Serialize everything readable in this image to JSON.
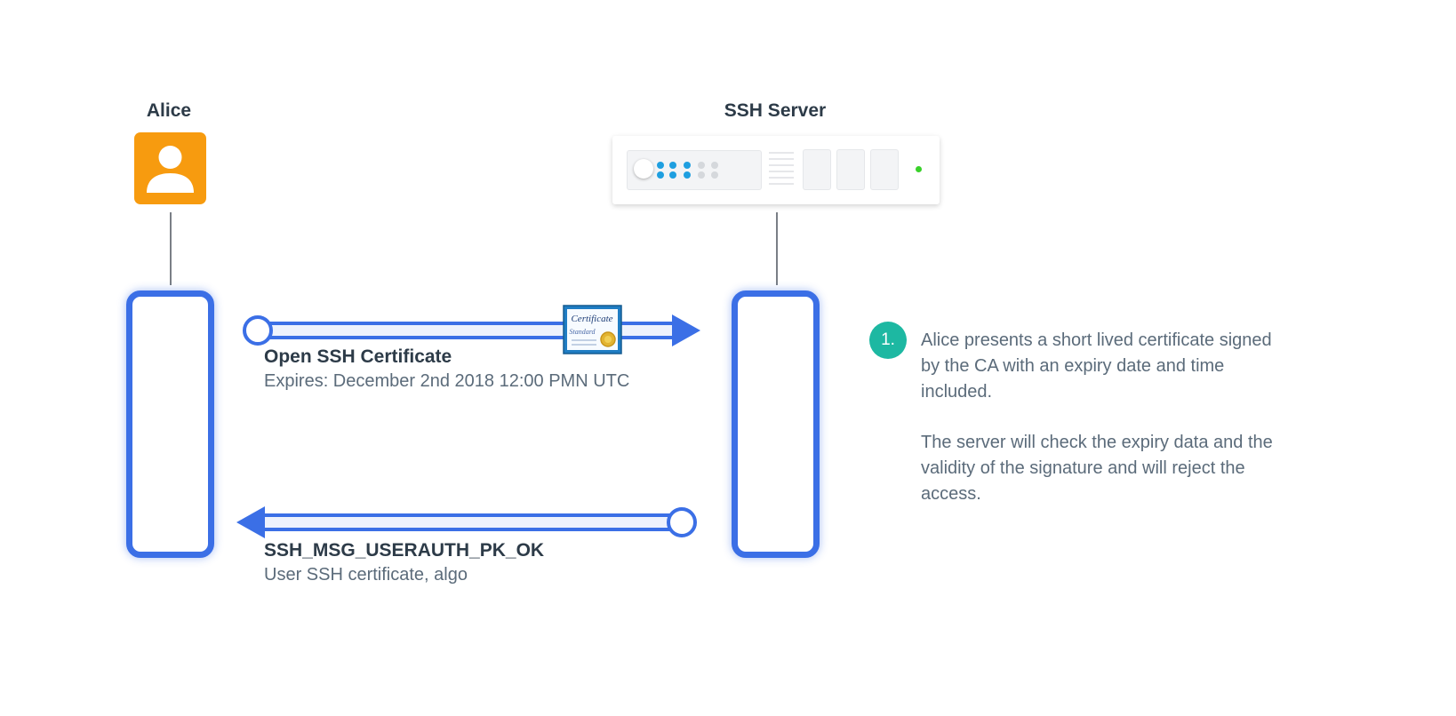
{
  "actors": {
    "alice": {
      "label": "Alice",
      "icon": "user-icon"
    },
    "server": {
      "label": "SSH Server",
      "icon": "server-icon"
    }
  },
  "messages": [
    {
      "title": "Open SSH Certificate",
      "subtitle": "Expires: December 2nd 2018 12:00 PMN UTC",
      "direction": "right",
      "icon": "certificate-icon"
    },
    {
      "title": "SSH_MSG_USERAUTH_PK_OK",
      "subtitle": "User SSH certificate, algo",
      "direction": "left"
    }
  ],
  "certificate": {
    "line1": "Certificate",
    "line2": "Standard"
  },
  "step": {
    "number": "1.",
    "paragraph1": "Alice presents a short lived certificate signed by the CA with an expiry date and time included.",
    "paragraph2": "The server will check the expiry data and the validity of the signature and will reject the access."
  },
  "colors": {
    "accent": "#3b6fe6",
    "avatar": "#f79b0f",
    "badge": "#1db8a2",
    "server_led": "#39d12a"
  }
}
